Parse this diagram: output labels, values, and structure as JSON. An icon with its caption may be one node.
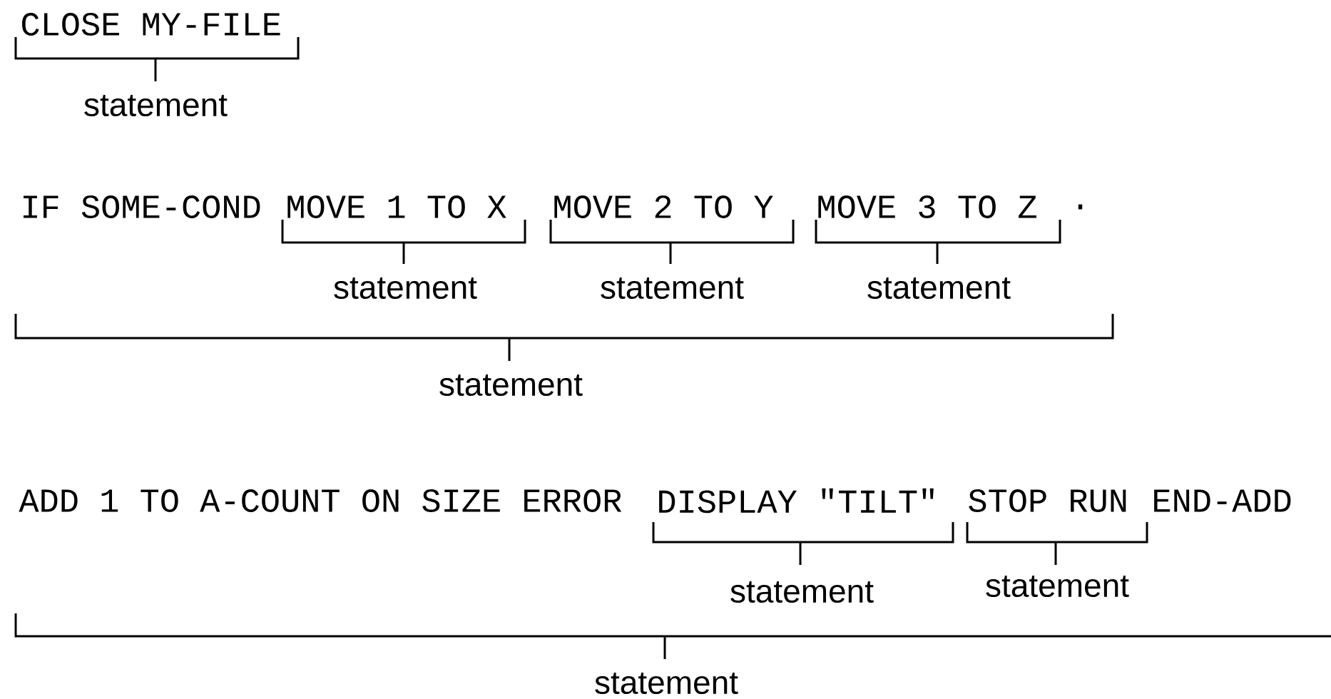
{
  "diagram": {
    "labels": [
      "CLOSE MY-FILE",
      "statement",
      "IF SOME-COND",
      "MOVE 1 TO X",
      "MOVE 2 TO Y",
      "MOVE 3 TO Z",
      ".",
      "statement",
      "statement",
      "statement",
      "statement",
      "ADD 1 TO A-COUNT ON SIZE ERROR",
      "DISPLAY \"TILT\"",
      "STOP RUN",
      "END-ADD",
      "statement",
      "statement",
      "statement"
    ]
  }
}
